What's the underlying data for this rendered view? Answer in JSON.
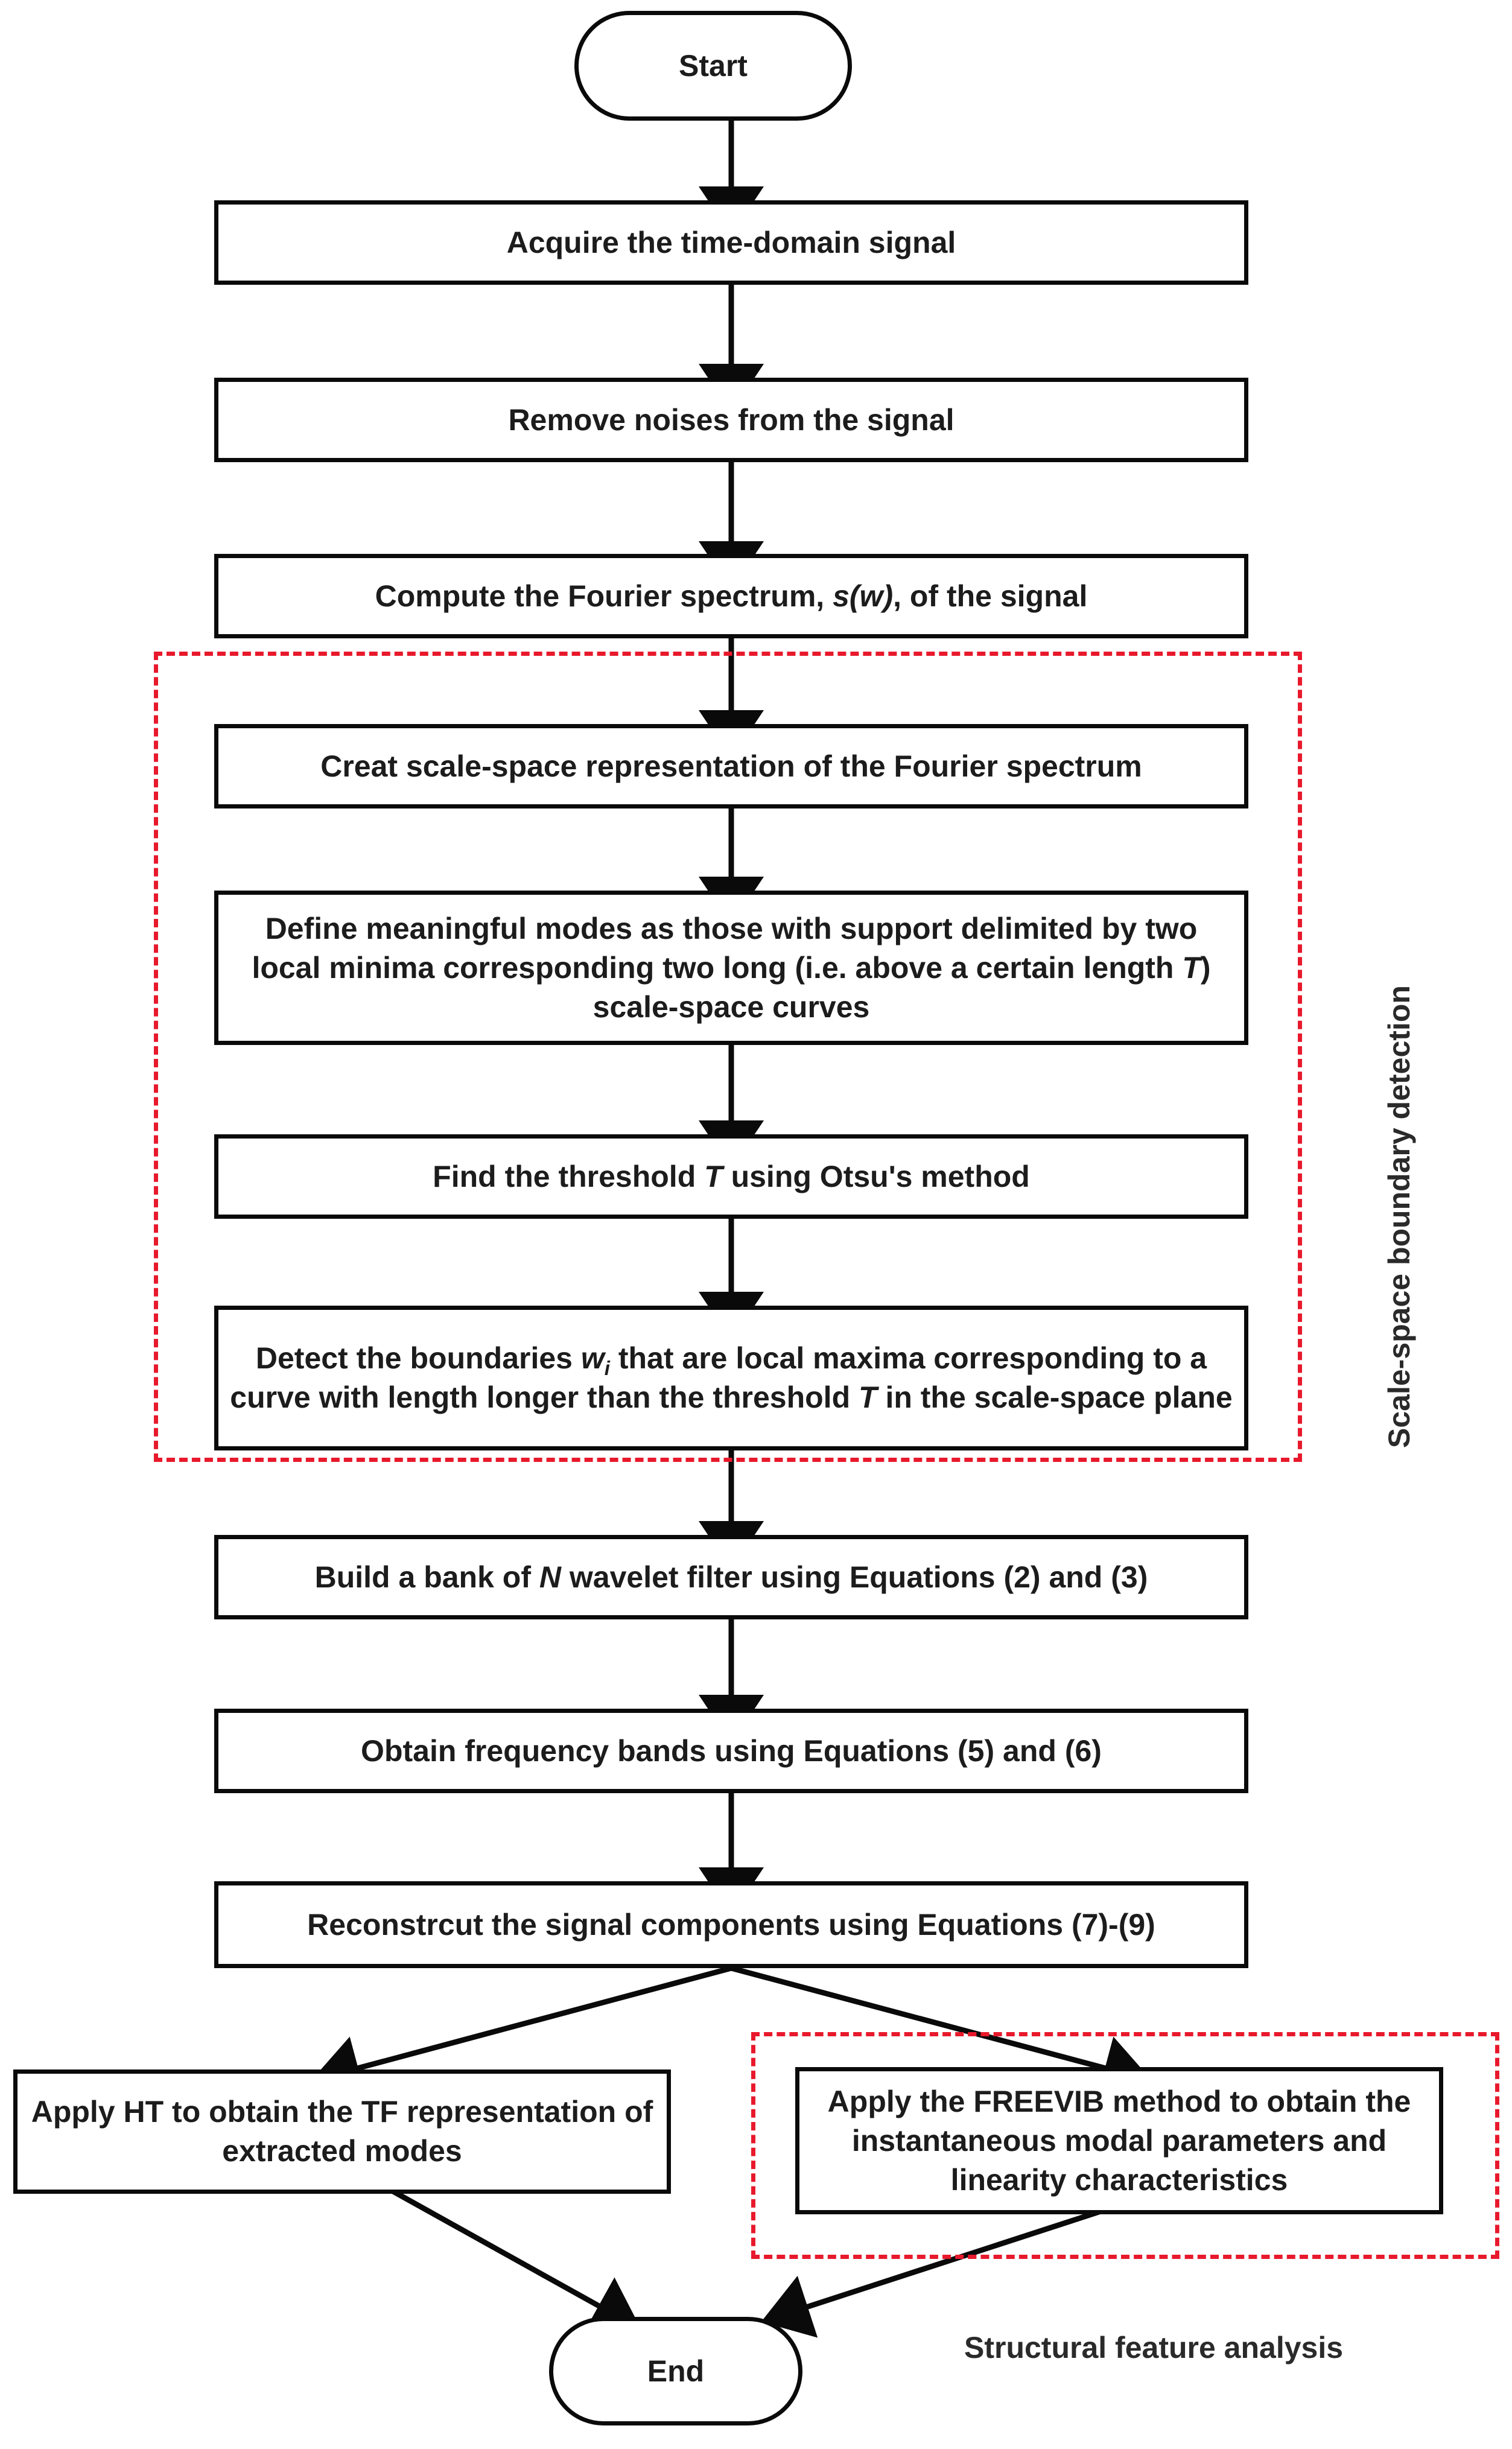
{
  "diagram": {
    "title": "Signal processing flowchart",
    "accent_red": "#e8192c",
    "line_color": "#0a0a0a",
    "text_color": "#1c1c1c"
  },
  "nodes": {
    "start": {
      "text": "Start"
    },
    "acquire": {
      "text": "Acquire the time-domain signal"
    },
    "remove_noise": {
      "text": "Remove noises from the signal"
    },
    "fourier_pre": {
      "text": "Compute the Fourier spectrum, "
    },
    "fourier_var": {
      "text": "s(w)"
    },
    "fourier_post": {
      "text": ", of the signal"
    },
    "scale_space": {
      "text": "Creat scale-space representation of the Fourier spectrum"
    },
    "define_modes_a": {
      "text": "Define meaningful modes as those with support delimited by two local minima corresponding two long (i.e. above a certain length "
    },
    "define_modes_var": {
      "text": "T"
    },
    "define_modes_b": {
      "text": ") scale-space curves"
    },
    "otsu_pre": {
      "text": "Find the threshold "
    },
    "otsu_var": {
      "text": "T"
    },
    "otsu_post": {
      "text": " using Otsu's method"
    },
    "detect_a": {
      "text": "Detect the boundaries "
    },
    "detect_var": {
      "text": "w"
    },
    "detect_sub": {
      "text": "i"
    },
    "detect_b": {
      "text": " that are local maxima corresponding to a curve with length longer than the threshold "
    },
    "detect_var2": {
      "text": "T"
    },
    "detect_c": {
      "text": " in the scale-space plane"
    },
    "bank_a": {
      "text": "Build a bank of "
    },
    "bank_var": {
      "text": "N"
    },
    "bank_b": {
      "text": " wavelet filter using Equations (2) and (3)"
    },
    "freq_bands": {
      "text": "Obtain frequency bands using Equations (5) and (6)"
    },
    "reconstruct": {
      "text": "Reconstrcut the signal components using Equations (7)-(9)"
    },
    "apply_ht": {
      "text": "Apply HT to obtain the TF representation of extracted modes"
    },
    "apply_freevib": {
      "text": "Apply the FREEVIB method to obtain the instantaneous modal parameters and linearity characteristics"
    },
    "end": {
      "text": "End"
    }
  },
  "group_labels": {
    "scale_space_detection": "Scale-space boundary detection",
    "structural_feature_analysis": "Structural feature analysis"
  },
  "flow_edges": [
    {
      "from": "start",
      "to": "acquire"
    },
    {
      "from": "acquire",
      "to": "remove_noise"
    },
    {
      "from": "remove_noise",
      "to": "fourier"
    },
    {
      "from": "fourier",
      "to": "scale_space"
    },
    {
      "from": "scale_space",
      "to": "define_modes"
    },
    {
      "from": "define_modes",
      "to": "otsu"
    },
    {
      "from": "otsu",
      "to": "detect"
    },
    {
      "from": "detect",
      "to": "bank"
    },
    {
      "from": "bank",
      "to": "freq_bands"
    },
    {
      "from": "freq_bands",
      "to": "reconstruct"
    },
    {
      "from": "reconstruct",
      "to": "apply_ht"
    },
    {
      "from": "reconstruct",
      "to": "apply_freevib"
    },
    {
      "from": "apply_ht",
      "to": "end"
    },
    {
      "from": "apply_freevib",
      "to": "end"
    }
  ]
}
